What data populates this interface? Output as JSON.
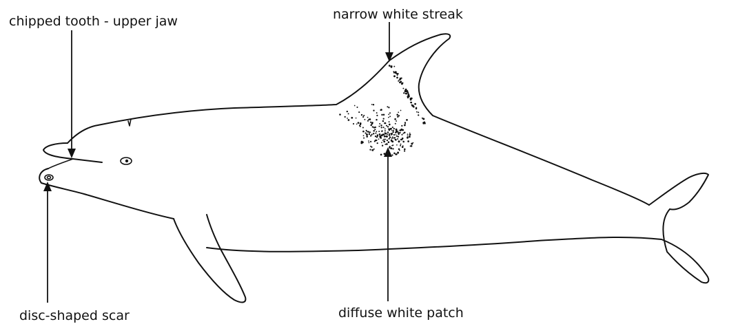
{
  "labels": {
    "chipped_tooth": "chipped tooth - upper jaw",
    "narrow_streak": "narrow white streak",
    "disc_scar": "disc-shaped scar",
    "diffuse_patch": "diffuse white patch"
  },
  "colors": {
    "ink": "#111111",
    "background": "#ffffff"
  }
}
